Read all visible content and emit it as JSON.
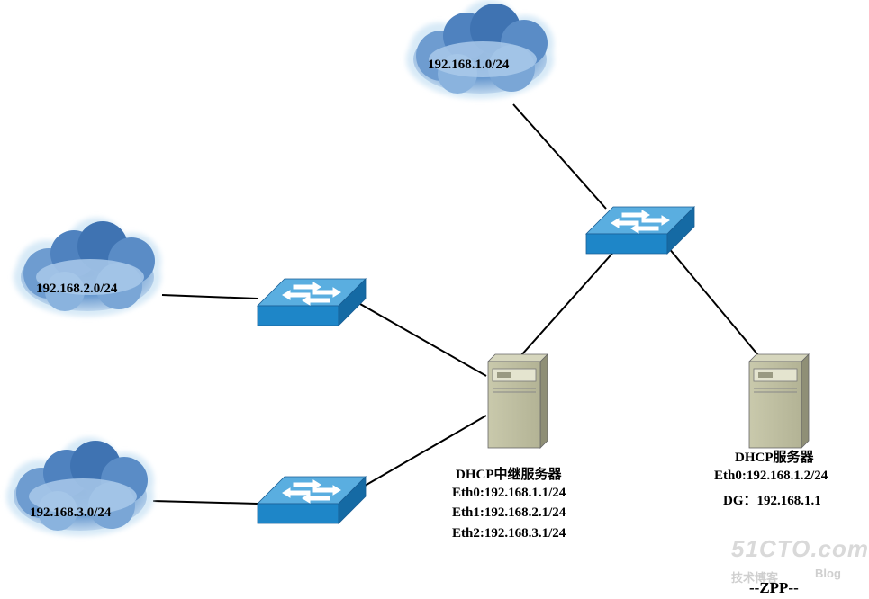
{
  "clouds": {
    "net1": "192.168.1.0/24",
    "net2": "192.168.2.0/24",
    "net3": "192.168.3.0/24"
  },
  "relay": {
    "title": "DHCP中继服务器",
    "eth0": "Eth0:192.168.1.1/24",
    "eth1": "Eth1:192.168.2.1/24",
    "eth2": "Eth2:192.168.3.1/24"
  },
  "server": {
    "title": "DHCP服务器",
    "eth0": "Eth0:192.168.1.2/24",
    "dg": "DG：192.168.1.1"
  },
  "watermark": {
    "site": "51CTO.com",
    "tagline": "技术博客",
    "blog": "Blog"
  },
  "author": "--ZPP--",
  "colors": {
    "cloud_fill": "#5f8fc4",
    "switch_top": "#5aaee0",
    "switch_front": "#1e86c8",
    "server_body": "#bdbda0",
    "link_line": "#000000"
  },
  "icons": [
    "cloud-icon",
    "switch-icon",
    "server-icon"
  ]
}
